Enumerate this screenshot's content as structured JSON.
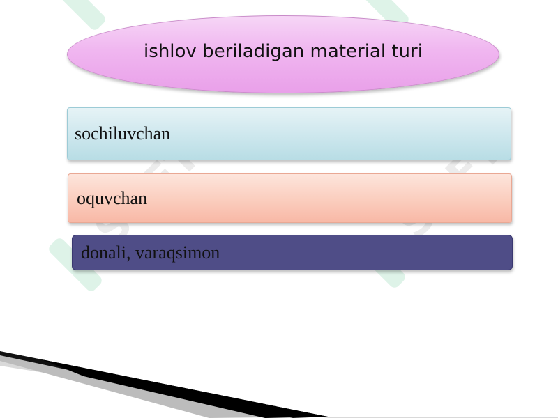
{
  "header": {
    "title": "ishlov  beriladigan material turi"
  },
  "categories": [
    {
      "label": "sochiluvchan"
    },
    {
      "label": "oquvchan"
    },
    {
      "label": "donali, varaqsimon"
    }
  ],
  "watermark": {
    "text": "SOFT"
  },
  "colors": {
    "header_fill": "#f0b6f0",
    "box1_fill": "#cfe8ee",
    "box2_fill": "#fbcfc0",
    "box3_fill": "#4f4d87"
  }
}
